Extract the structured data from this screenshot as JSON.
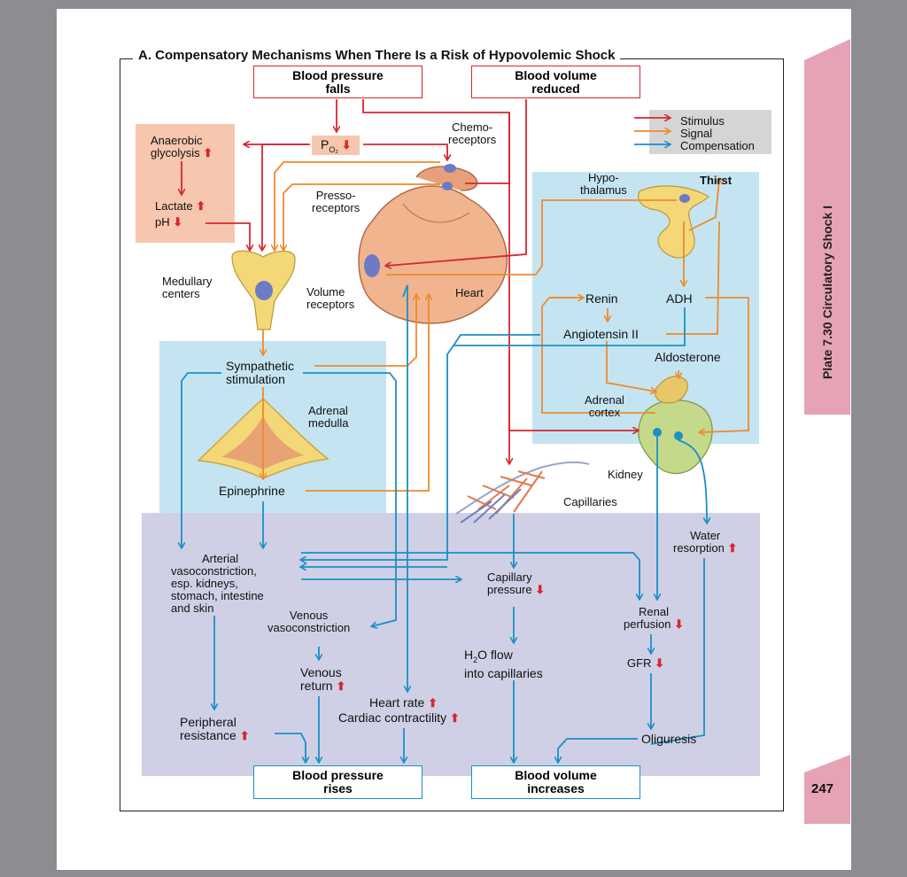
{
  "title": "A. Compensatory Mechanisms When There Is a Risk of Hypovolemic Shock",
  "side_label": "Plate 7.30   Circulatory Shock I",
  "page_number": "247",
  "colors": {
    "stimulus": "#d8262e",
    "signal": "#ee8a2c",
    "compensation": "#1b8fc8"
  },
  "legend": {
    "stimulus": "Stimulus",
    "signal": "Signal",
    "compensation": "Compensation"
  },
  "boxes": {
    "bp_falls": [
      "Blood pressure",
      "falls"
    ],
    "bv_reduced": [
      "Blood volume",
      "reduced"
    ],
    "bp_rises": [
      "Blood pressure",
      "rises"
    ],
    "bv_increases": [
      "Blood volume",
      "increases"
    ]
  },
  "labels": {
    "anaerobic": [
      "Anaerobic",
      "glycolysis"
    ],
    "lactate": "Lactate",
    "ph": "pH",
    "po2": "P",
    "po2_sub": "O₂",
    "chemoreceptors": [
      "Chemo-",
      "receptors"
    ],
    "pressoreceptors": [
      "Presso-",
      "receptors"
    ],
    "medullary": [
      "Medullary",
      "centers"
    ],
    "volume_receptors": [
      "Volume",
      "receptors"
    ],
    "heart": "Heart",
    "hypothalamus": [
      "Hypo-",
      "thalamus"
    ],
    "thirst": "Thirst",
    "renin": "Renin",
    "adh": "ADH",
    "angiotensin": "Angiotensin II",
    "aldosterone": "Aldosterone",
    "adrenal_cortex": [
      "Adrenal",
      "cortex"
    ],
    "kidney": "Kidney",
    "sympathetic": [
      "Sympathetic",
      "stimulation"
    ],
    "adrenal_medulla": [
      "Adrenal",
      "medulla"
    ],
    "epinephrine": "Epinephrine",
    "capillaries": "Capillaries",
    "arterial": [
      "Arterial",
      "vasoconstriction,",
      "esp. kidneys,",
      "stomach, intestine",
      "and skin"
    ],
    "venous_vaso": [
      "Venous",
      "vasoconstriction"
    ],
    "venous_return": [
      "Venous",
      "return"
    ],
    "heart_rate": "Heart rate",
    "contractility": "Cardiac contractility",
    "peripheral": [
      "Peripheral",
      "resistance"
    ],
    "capillary_pressure": [
      "Capillary",
      "pressure"
    ],
    "h2o_flow": [
      "H",
      "2",
      "O flow",
      "into capillaries"
    ],
    "water_resorption": [
      "Water",
      "resorption"
    ],
    "renal_perfusion": [
      "Renal",
      "perfusion"
    ],
    "gfr": "GFR",
    "oliguresis": "Oliguresis"
  }
}
